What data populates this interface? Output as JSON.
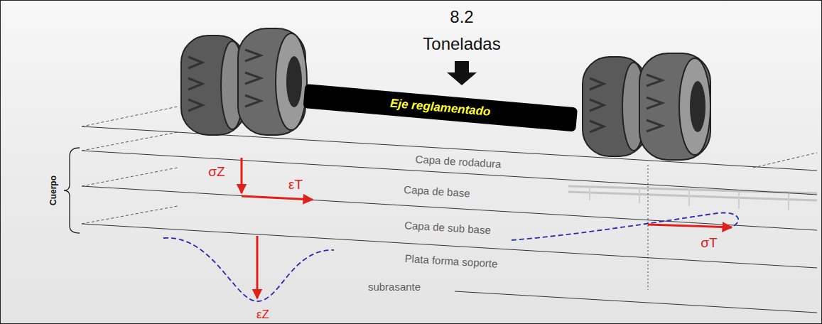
{
  "diagram": {
    "nodes": [
      {
        "text": [
          "Eje reglamentado"
        ]
      }
    ],
    "labels": [
      "8.2",
      "Toneladas",
      "Cuerpo",
      "σZ",
      "εT",
      "Capa de rodadura",
      "Capa de base",
      "Capa de sub base",
      "σT",
      "Plata forma soporte",
      "εZ",
      "subrasante"
    ]
  }
}
